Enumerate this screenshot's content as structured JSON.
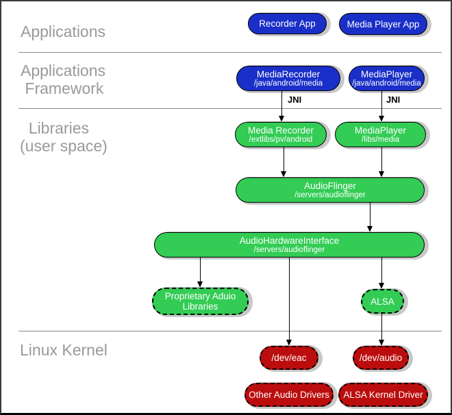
{
  "layers": {
    "applications": "Applications",
    "applications_framework": "Applications\n Framework",
    "libraries_user_space": "  Libraries\n(user space)",
    "linux_kernel": "Linux Kernel"
  },
  "nodes": {
    "recorder_app": {
      "label": "Recorder App"
    },
    "media_player_app": {
      "label": "Media Player App"
    },
    "media_recorder_framework": {
      "label": "MediaRecorder",
      "path": "/java/android/media"
    },
    "media_player_framework": {
      "label": "MediaPlayer",
      "path": "/java/android/media"
    },
    "media_recorder_lib": {
      "label": "Media Recorder",
      "path": "/extlibs/pv/android"
    },
    "media_player_lib": {
      "label": "MediaPlayer",
      "path": "/libs/media"
    },
    "audio_flinger": {
      "label": "AudioFlinger",
      "path": "/servers/audioflinger"
    },
    "audio_hardware_interface": {
      "label": "AudioHardwareInterface",
      "path": "/servers/audioflinger"
    },
    "proprietary_audio_libraries": {
      "label": "Proprietary Aduio",
      "label_line2": "Libraries"
    },
    "alsa": {
      "label": "ALSA"
    },
    "dev_eac": {
      "label": "/dev/eac"
    },
    "dev_audio": {
      "label": "/dev/audio"
    },
    "other_audio_drivers": {
      "label": "Other Audio Drivers"
    },
    "alsa_kernel_driver": {
      "label": "ALSA Kernel Driver"
    }
  },
  "edges": {
    "jni_left": "JNI",
    "jni_right": "JNI"
  },
  "colors": {
    "app_blue": "#1a2fc8",
    "lib_green": "#33cc55",
    "kernel_red": "#bb0d0d",
    "label_gray": "#999999",
    "shadow_gray": "#c8c8c8",
    "separator_gray": "#888888"
  }
}
